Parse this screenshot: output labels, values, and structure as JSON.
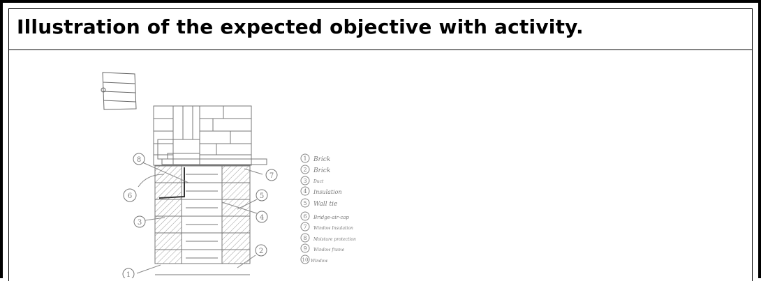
{
  "page": {
    "title": "Illustration of the expected objective with activity."
  },
  "illustration": {
    "callouts": [
      {
        "id": "c1",
        "label": "1"
      },
      {
        "id": "c2",
        "label": "2"
      },
      {
        "id": "c3",
        "label": "3"
      },
      {
        "id": "c4",
        "label": "4"
      },
      {
        "id": "c5",
        "label": "5"
      },
      {
        "id": "c6",
        "label": "6"
      },
      {
        "id": "c7",
        "label": "7"
      },
      {
        "id": "c8",
        "label": "8"
      }
    ],
    "legend": [
      {
        "num": "1",
        "text": "Brick"
      },
      {
        "num": "2",
        "text": "Brick"
      },
      {
        "num": "3",
        "text": "Duct"
      },
      {
        "num": "4",
        "text": "Insulation"
      },
      {
        "num": "5",
        "text": "Wall tie"
      },
      {
        "num": "6",
        "text": "Bridge-air-cap"
      },
      {
        "num": "7",
        "text": "Window Insulation"
      },
      {
        "num": "8",
        "text": "Moisture protection"
      },
      {
        "num": "9",
        "text": "Window frame"
      },
      {
        "num": "10",
        "text": "Window"
      }
    ]
  }
}
